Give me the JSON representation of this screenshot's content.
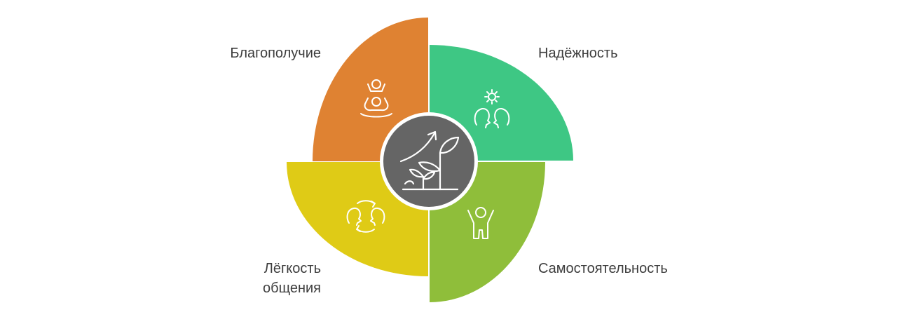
{
  "segments": [
    {
      "id": "tl",
      "label": "Благополучие",
      "color": "#df8232",
      "icon": "meditation-person-icon"
    },
    {
      "id": "tr",
      "label": "Надёжность",
      "color": "#3ec784",
      "icon": "two-heads-gear-icon"
    },
    {
      "id": "br",
      "label": "Самостоятельность",
      "color": "#8fbe3a",
      "icon": "cheering-person-icon"
    },
    {
      "id": "bl",
      "label_lines": [
        "Лёгкость",
        "общения"
      ],
      "color": "#dfcb16",
      "icon": "two-heads-exchange-icon"
    }
  ],
  "center": {
    "color": "#656565",
    "icon": "growth-plant-arrow-icon"
  }
}
